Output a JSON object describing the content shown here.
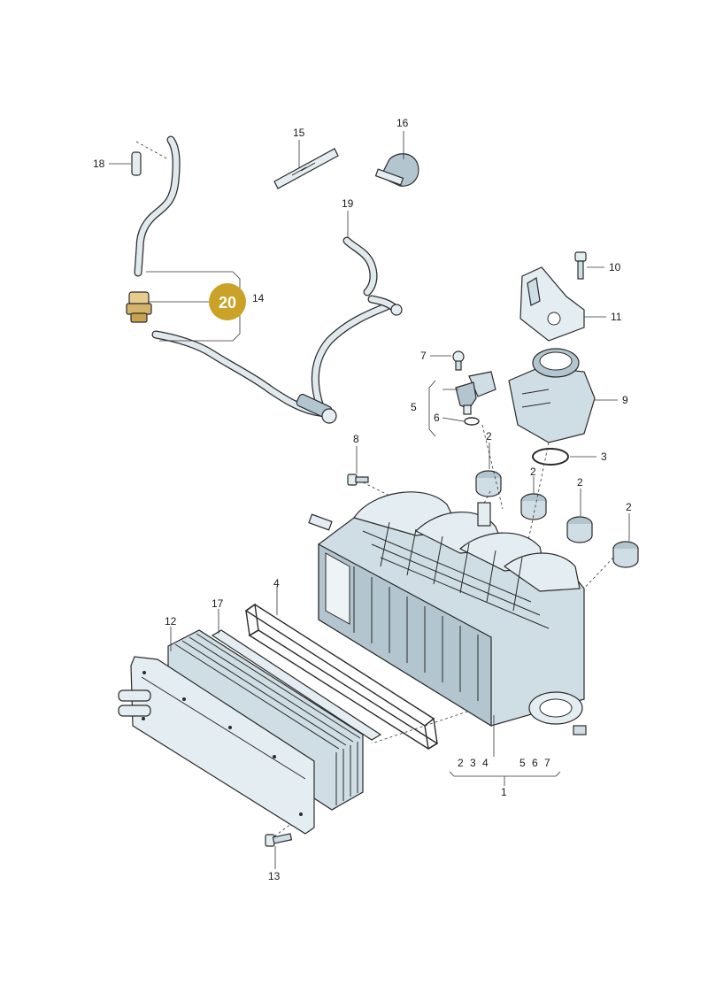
{
  "diagram": {
    "highlight": {
      "label": "20",
      "color": "#c9a227",
      "text_color": "#ffffff"
    },
    "accent_part_color": "#d4b36a",
    "labels": {
      "l1": "1",
      "l2a": "2",
      "l2b": "2",
      "l2c": "2",
      "l2d": "2",
      "l3": "3",
      "l4": "4",
      "l5": "5",
      "l6": "6",
      "l7": "7",
      "l8": "8",
      "l9": "9",
      "l10": "10",
      "l11": "11",
      "l12": "12",
      "l13": "13",
      "l14": "14",
      "l15": "15",
      "l16": "16",
      "l17": "17",
      "l18": "18",
      "l19": "19",
      "s2": "2",
      "s3": "3",
      "s4": "4",
      "s5": "5",
      "s6": "6",
      "s7": "7"
    }
  }
}
